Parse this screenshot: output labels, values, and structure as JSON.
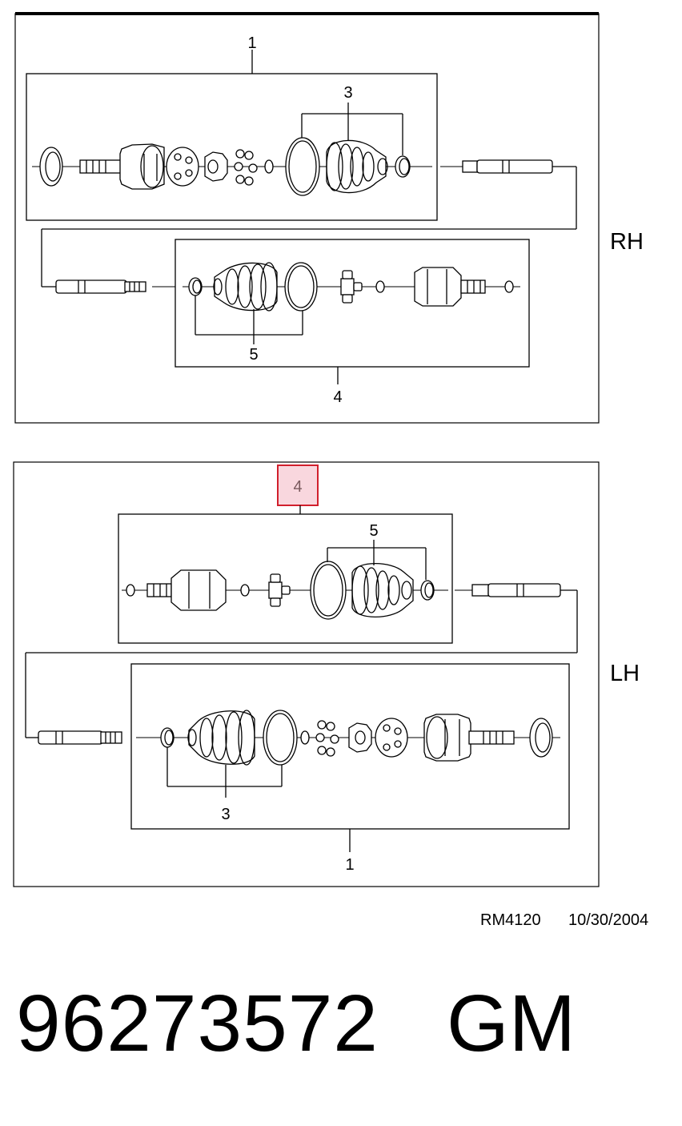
{
  "callouts": {
    "rh_1": "1",
    "rh_3": "3",
    "rh_5": "5",
    "rh_4": "4",
    "lh_4": "4",
    "lh_5": "5",
    "lh_3": "3",
    "lh_1": "1"
  },
  "sides": {
    "rh": "RH",
    "lh": "LH"
  },
  "footer": {
    "ref": "RM4120",
    "date": "10/30/2004"
  },
  "part": {
    "number": "96273572",
    "brand": "GM"
  },
  "colors": {
    "highlight_fill": "#f9d7de",
    "highlight_border": "#d11f2c",
    "line": "#000000"
  }
}
